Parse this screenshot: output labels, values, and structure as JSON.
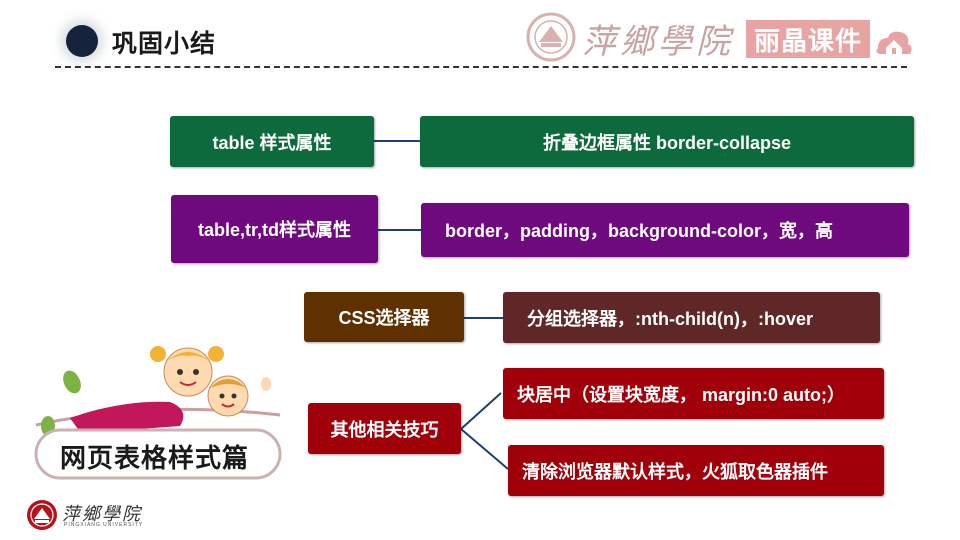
{
  "header": {
    "title": "巩固小结",
    "school_logo_text": "萍鄉學院",
    "brand_label": "丽晶课件"
  },
  "mindmap": {
    "row1": {
      "topic": "table 样式属性",
      "detail": "折叠边框属性   border-collapse"
    },
    "row2": {
      "topic": "table,tr,td样式属性",
      "detail": "border，padding，background-color，宽，高"
    },
    "row3": {
      "topic": "CSS选择器",
      "detail": "分组选择器，:nth-child(n)，:hover"
    },
    "row4": {
      "topic": "其他相关技巧",
      "details": [
        "块居中（设置块宽度， margin:0 auto;）",
        "清除浏览器默认样式，火狐取色器插件"
      ]
    }
  },
  "badge": {
    "label": "网页表格样式篇"
  },
  "footer": {
    "school_name": "萍鄉學院",
    "school_name_en": "PINGXIANG UNIVERSITY"
  },
  "colors": {
    "green": "#0d6a3c",
    "purple": "#6e0a7e",
    "brown": "#5f3100",
    "dark_red": "#5f2727",
    "red": "#a0000a",
    "connector": "#1f3f6e",
    "title_dot": "#16233d"
  }
}
